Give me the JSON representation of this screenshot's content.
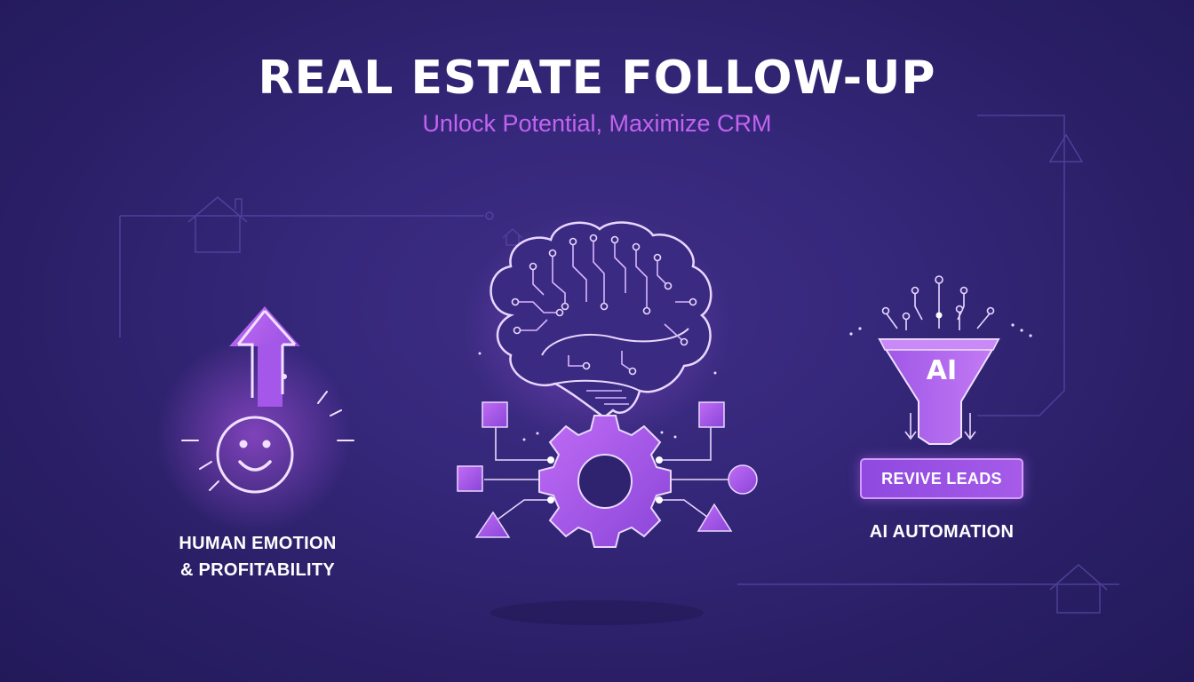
{
  "header": {
    "title": "REAL ESTATE FOLLOW-UP",
    "subtitle": "Unlock Potential, Maximize CRM"
  },
  "left_panel": {
    "icon": "smiley-arrow-up-icon",
    "caption_line1": "HUMAN EMOTION",
    "caption_line2": "& PROFITABILITY"
  },
  "center_panel": {
    "icons": [
      "brain-circuit-icon",
      "gear-icon"
    ]
  },
  "right_panel": {
    "icon": "funnel-icon",
    "funnel_label": "AI",
    "button_label": "REVIVE LEADS",
    "caption": "AI AUTOMATION"
  },
  "colors": {
    "background": "#2e2270",
    "accent": "#b25ef0",
    "subtitle": "#c264f0",
    "line": "#d6b6ff"
  }
}
